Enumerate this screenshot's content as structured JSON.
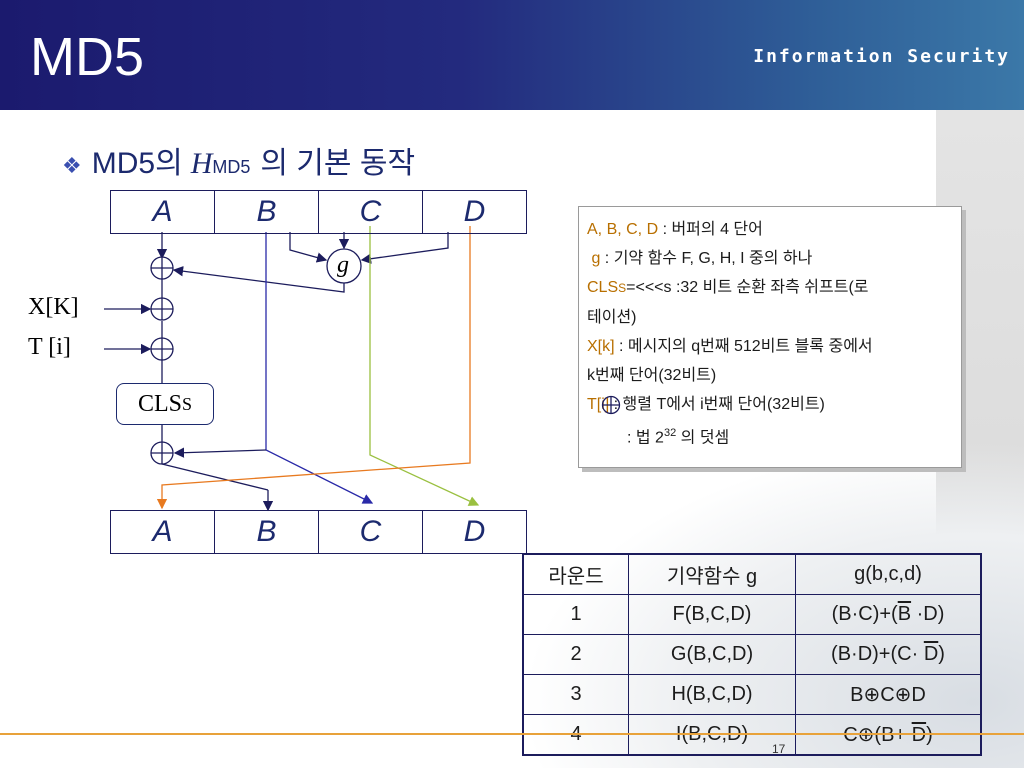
{
  "header": {
    "title": "MD5",
    "subtitle": "Information Security"
  },
  "slide_title": {
    "prefix": "MD5의 ",
    "h": "H",
    "sub": "MD5",
    "suffix": " 의 기본 동작"
  },
  "registers_top": [
    "A",
    "B",
    "C",
    "D"
  ],
  "registers_bottom": [
    "A",
    "B",
    "C",
    "D"
  ],
  "func_g": "g",
  "inputs": {
    "xk": "X[K]",
    "ti": "T [i]"
  },
  "cls": {
    "main": "CLS",
    "sub": "S"
  },
  "legend": {
    "l1_key": "A, B, C, D",
    "l1_text": " : 버퍼의 4 단어",
    "l2_key": "g",
    "l2_text": "  : 기약 함수  F, G, H, I 중의 하나",
    "l3_key": "CLS",
    "l3_sub": "S",
    "l3_text": "=<<<s :32 비트 순환 좌측 쉬프트(로",
    "l3b_text": "테이션)",
    "l4_key": "X[k]",
    "l4_text": " : 메시지의 q번째 512비트 블록 중에서",
    "l4b_text": "k번째 단어(32비트)",
    "l5_key": "T[i]",
    "l5_text": " :  행렬 T에서 i번째 단어(32비트)",
    "l6_text": ": 법 2",
    "l6_sup": "32",
    "l6_text2": " 의 덧셈"
  },
  "rounds_table": {
    "headers": [
      "라운드",
      "기약함수 g",
      "g(b,c,d)"
    ],
    "rows": [
      [
        "1",
        "F(B,C,D)",
        "(B·C)+(",
        "B",
        " ·D)"
      ],
      [
        "2",
        "G(B,C,D)",
        "(B·D)+(C· ",
        "D",
        ")"
      ],
      [
        "3",
        "H(B,C,D)",
        "B⊕C⊕D",
        "",
        ""
      ],
      [
        "4",
        "I(B,C,D)",
        "C⊕(B+ ",
        "D",
        ")"
      ]
    ]
  },
  "page_number": "17",
  "colors": {
    "header_dark": "#1b1a6e",
    "accent_orange": "#e87a20",
    "line_blue": "#2a2aa8",
    "line_green": "#9ac040",
    "line_navy": "#1c2a6e"
  }
}
